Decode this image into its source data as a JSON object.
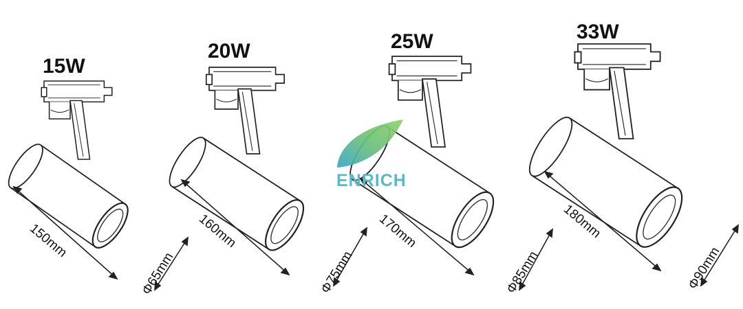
{
  "logo": {
    "text": "ENRICH",
    "color_leaf_top": "#7cc36a",
    "color_leaf_bottom": "#3aa6c8"
  },
  "lights": [
    {
      "wattage": "15W",
      "length": "150mm",
      "diameter": "Φ65mm"
    },
    {
      "wattage": "20W",
      "length": "160mm",
      "diameter": "Φ75mm"
    },
    {
      "wattage": "25W",
      "length": "170mm",
      "diameter": "Φ85mm"
    },
    {
      "wattage": "33W",
      "length": "180mm",
      "diameter": "Φ90mm"
    }
  ]
}
